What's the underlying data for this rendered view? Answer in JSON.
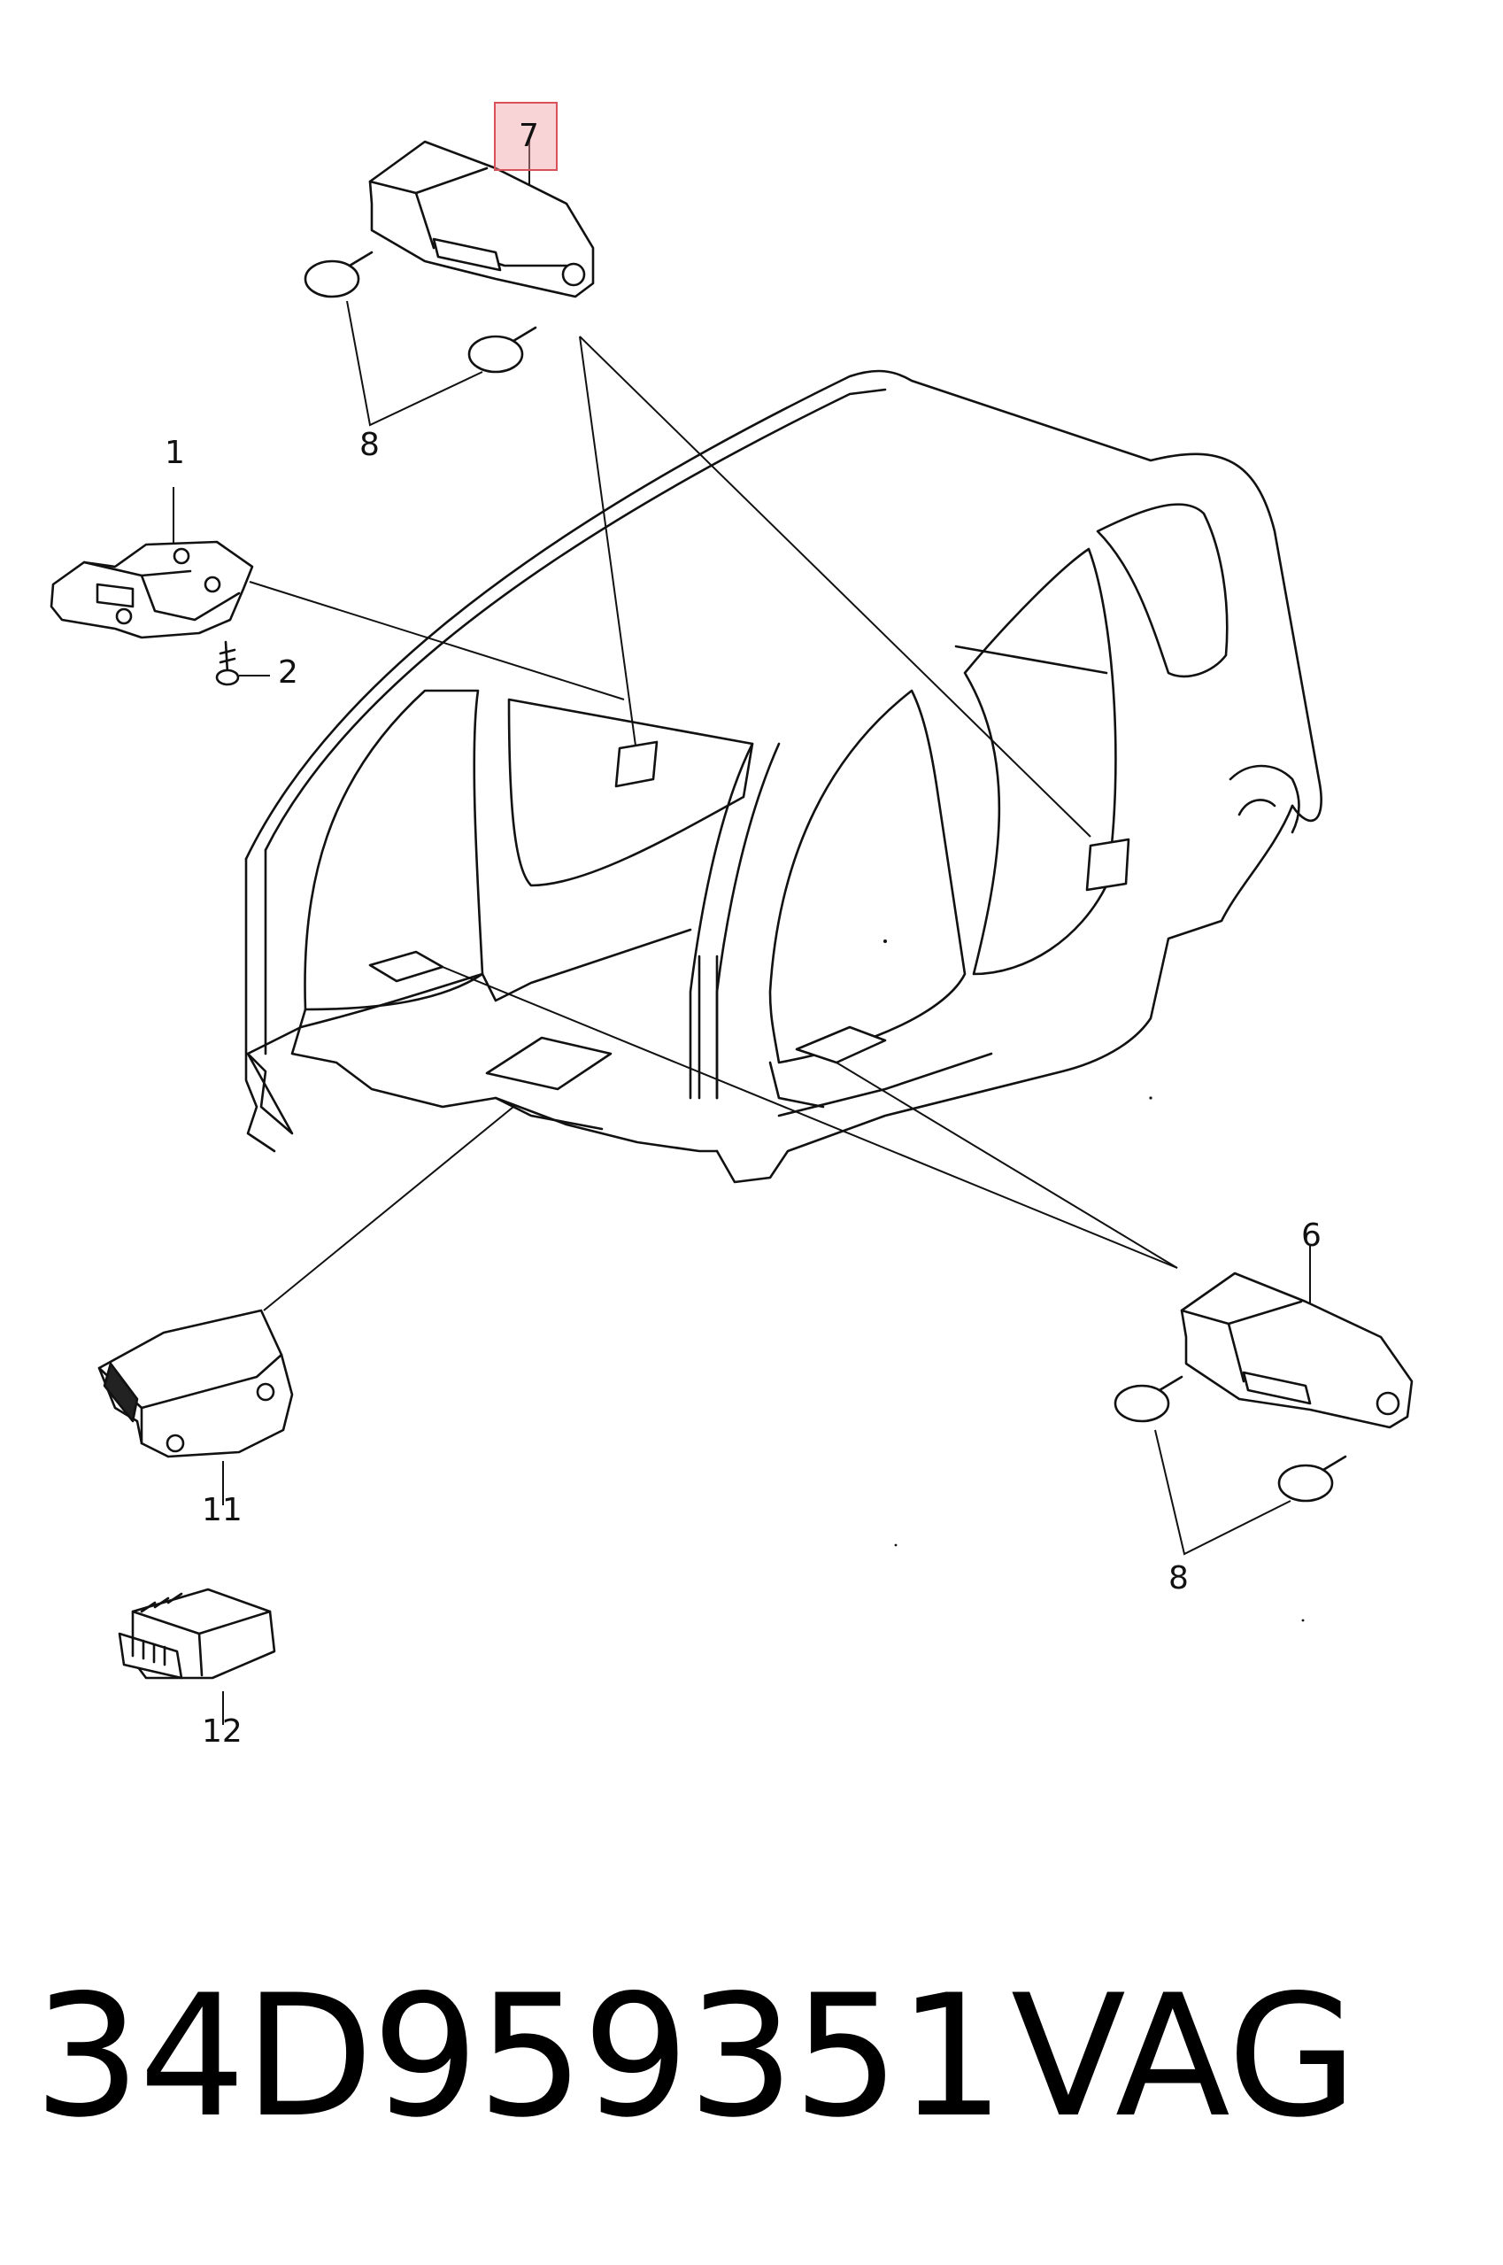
{
  "diagram": {
    "callouts": {
      "c1": "1",
      "c2": "2",
      "c6": "6",
      "c7": "7",
      "c8_top": "8",
      "c8_bottom": "8",
      "c11": "11",
      "c12": "12"
    },
    "highlighted_callout": "7",
    "highlight_color": "#f0a0a5"
  },
  "footer": {
    "part_number": "34D959351",
    "brand": "VAG"
  }
}
